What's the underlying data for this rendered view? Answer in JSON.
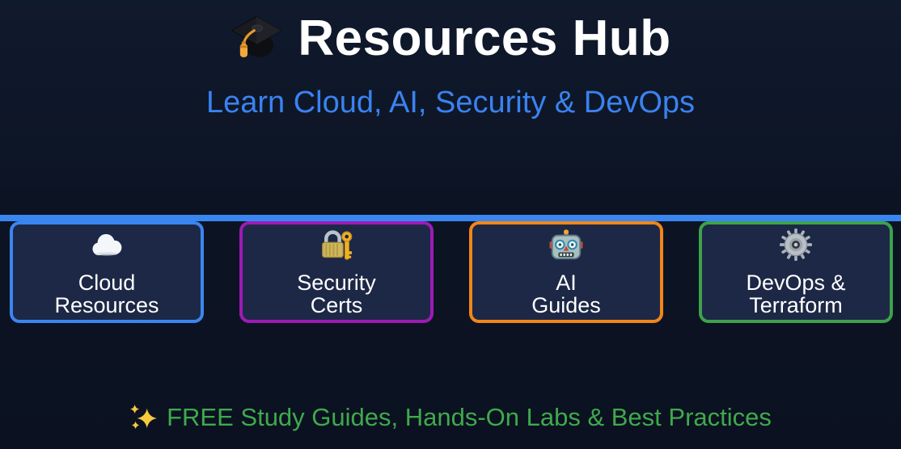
{
  "header": {
    "icon": "graduation-cap-icon",
    "title": "Resources Hub",
    "subtitle": "Learn Cloud, AI, Security & DevOps"
  },
  "cards": [
    {
      "icon": "cloud-icon",
      "label_line1": "Cloud",
      "label_line2": "Resources",
      "border_color": "#3a86f0"
    },
    {
      "icon": "lock-key-icon",
      "label_line1": "Security",
      "label_line2": "Certs",
      "border_color": "#9d1bb5"
    },
    {
      "icon": "robot-icon",
      "label_line1": "AI",
      "label_line2": "Guides",
      "border_color": "#f28618"
    },
    {
      "icon": "gear-icon",
      "label_line1": "DevOps &",
      "label_line2": "Terraform",
      "border_color": "#3da24b"
    }
  ],
  "footer": {
    "icon": "sparkles-icon",
    "text": "FREE Study Guides, Hands-On Labs & Best Practices",
    "color": "#3fa94d"
  },
  "colors": {
    "background": "#0c1424",
    "card_background": "#1d2846",
    "divider": "#3a86f0",
    "title": "#ffffff",
    "subtitle": "#3a82f0"
  }
}
